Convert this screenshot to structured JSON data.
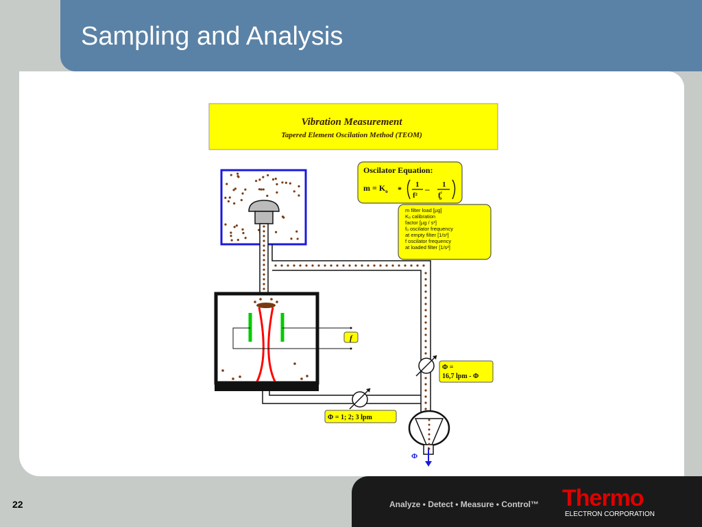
{
  "slide": {
    "title": "Sampling and Analysis",
    "page_number": "22",
    "tagline": "Analyze • Detect • Measure • Control™",
    "logo": "Thermo",
    "logo_sub": "ELECTRON CORPORATION"
  },
  "diagram": {
    "banner_title": "Vibration Measurement",
    "banner_subtitle": "Tapered Element Oscilation Method (TEOM)",
    "equation_title": "Oscilator Equation:",
    "equation_lhs": "m =  K",
    "equation_lhs_sub": "o",
    "equation_star": "*",
    "eq_num1": "1",
    "eq_den1": "f²",
    "eq_minus": "–",
    "eq_num2": "1",
    "eq_den2": "f",
    "eq_den2_sub": "o",
    "eq_den2_sup": "²",
    "legend": [
      "m    filter load [µg]",
      "Kₒ    calibration",
      "factor [µg / s²]",
      "fₒ    oscilator frequency",
      "at empty filter [1/s²]",
      "f      oscilator frequency",
      "at loaded filter [1/s²]"
    ],
    "f_label": "f",
    "flow_top_line1": "Φ     =",
    "flow_top_line2": "16,7 lpm - Φ",
    "flow_bottom": "Φ     = 1; 2; 3 lpm",
    "phi_out": "Φ"
  },
  "colors": {
    "banner_bg": "#ffff00",
    "particle": "#7a3a10",
    "tube": "#ff0000",
    "electrode": "#00cc00",
    "chamber_border": "#1a1adc",
    "header": "#5a82a6",
    "logo": "#e00000"
  }
}
